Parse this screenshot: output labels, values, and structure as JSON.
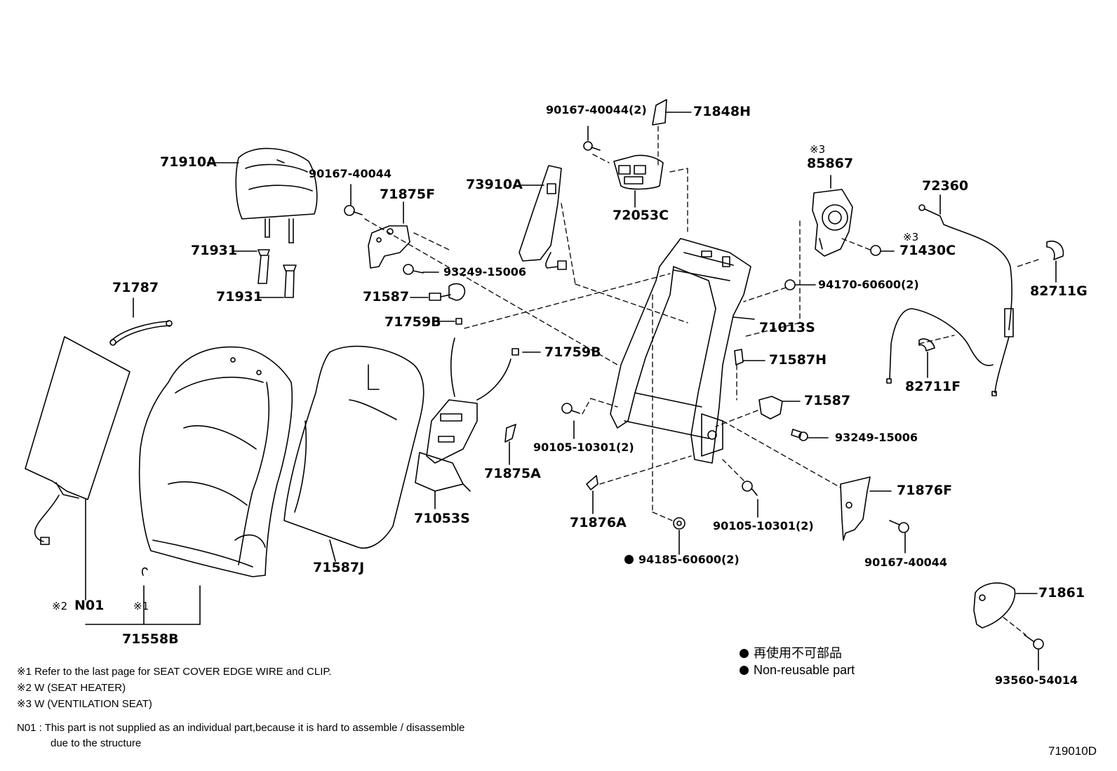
{
  "diagram_id": "719010D",
  "labels": {
    "p71910A": "71910A",
    "p90167_40044_a": "90167-40044",
    "p71875F": "71875F",
    "p73910A": "73910A",
    "p90167_40044_2": "90167-40044(2)",
    "p71848H": "71848H",
    "p72053C": "72053C",
    "p85867_mark": "※3",
    "p85867": "85867",
    "p72360": "72360",
    "p71931_a": "71931",
    "p71931_b": "71931",
    "p93249_15006_a": "93249-15006",
    "p71430C_mark": "※3",
    "p71430C": "71430C",
    "p82711G": "82711G",
    "p71787": "71787",
    "p71587_a": "71587",
    "p94170_60600": "94170-60600(2)",
    "p71759B_a": "71759B",
    "p71013S": "71013S",
    "p71759B_b": "71759B",
    "p71587H": "71587H",
    "p82711F": "82711F",
    "p71587_b": "71587",
    "p90105_10301_a": "90105-10301(2)",
    "p93249_15006_b": "93249-15006",
    "p71875A": "71875A",
    "p71876F": "71876F",
    "p71053S": "71053S",
    "p71876A": "71876A",
    "p90105_10301_b": "90105-10301(2)",
    "p94185_60600": "94185-60600(2)",
    "p90167_40044_b": "90167-40044",
    "p71587J": "71587J",
    "p71861": "71861",
    "pN01_mark": "※2",
    "pN01": "N01",
    "p1_mark": "※1",
    "p71558B": "71558B",
    "p93560_54014": "93560-54014"
  },
  "legend": {
    "jp": "再使用不可部品",
    "en": "Non-reusable part"
  },
  "notes": [
    "※1  Refer to the last page for SEAT COVER EDGE WIRE and CLIP.",
    "※2  W (SEAT  HEATER)",
    "※3  W (VENTILATION  SEAT)",
    "N01 :  This part is not supplied as an individual part,because it is hard to assemble / disassemble",
    "due to the structure"
  ]
}
